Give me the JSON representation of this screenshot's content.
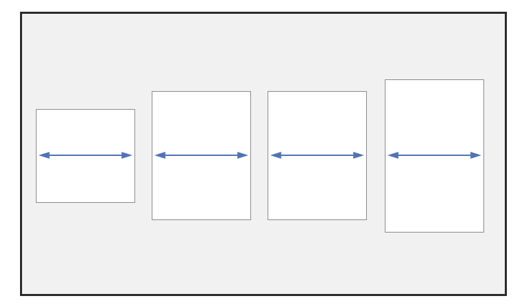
{
  "colors": {
    "background": "#f1f1f1",
    "frame": "#2b2b2b",
    "page_fill": "#ffffff",
    "page_border": "#8a8a8a",
    "arrow": "#4f73b5"
  },
  "pages": [
    {
      "id": "page-1",
      "icon": "double-headed-arrow-icon"
    },
    {
      "id": "page-2",
      "icon": "double-headed-arrow-icon"
    },
    {
      "id": "page-3",
      "icon": "double-headed-arrow-icon"
    },
    {
      "id": "page-4",
      "icon": "double-headed-arrow-icon"
    }
  ]
}
